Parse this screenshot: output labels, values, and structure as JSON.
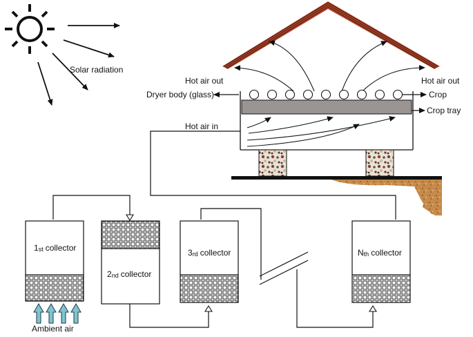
{
  "labels": {
    "solar_radiation": "Solar radiation",
    "hot_air_out_left": "Hot air out",
    "hot_air_out_right": "Hot air out",
    "dryer_body": "Dryer body (glass)",
    "crop": "Crop",
    "crop_tray": "Crop tray",
    "hot_air_in": "Hot air in",
    "ambient_air": "Ambient air"
  },
  "collectors": [
    {
      "name": "collector-1",
      "number": "1",
      "suffix": "st",
      "word": "collector"
    },
    {
      "name": "collector-2",
      "number": "2",
      "suffix": "nd",
      "word": "collector"
    },
    {
      "name": "collector-3",
      "number": "3",
      "suffix": "rd",
      "word": "collector"
    },
    {
      "name": "collector-n",
      "number": "N",
      "suffix": "th",
      "word": "collector"
    }
  ],
  "colors": {
    "roof": "#b5482e",
    "tray": "#9a9593",
    "ambient_arrow": "#7fc4d0",
    "ground": "#c68a4a",
    "line": "#111111"
  },
  "icons": {
    "sun": "sun-icon"
  }
}
